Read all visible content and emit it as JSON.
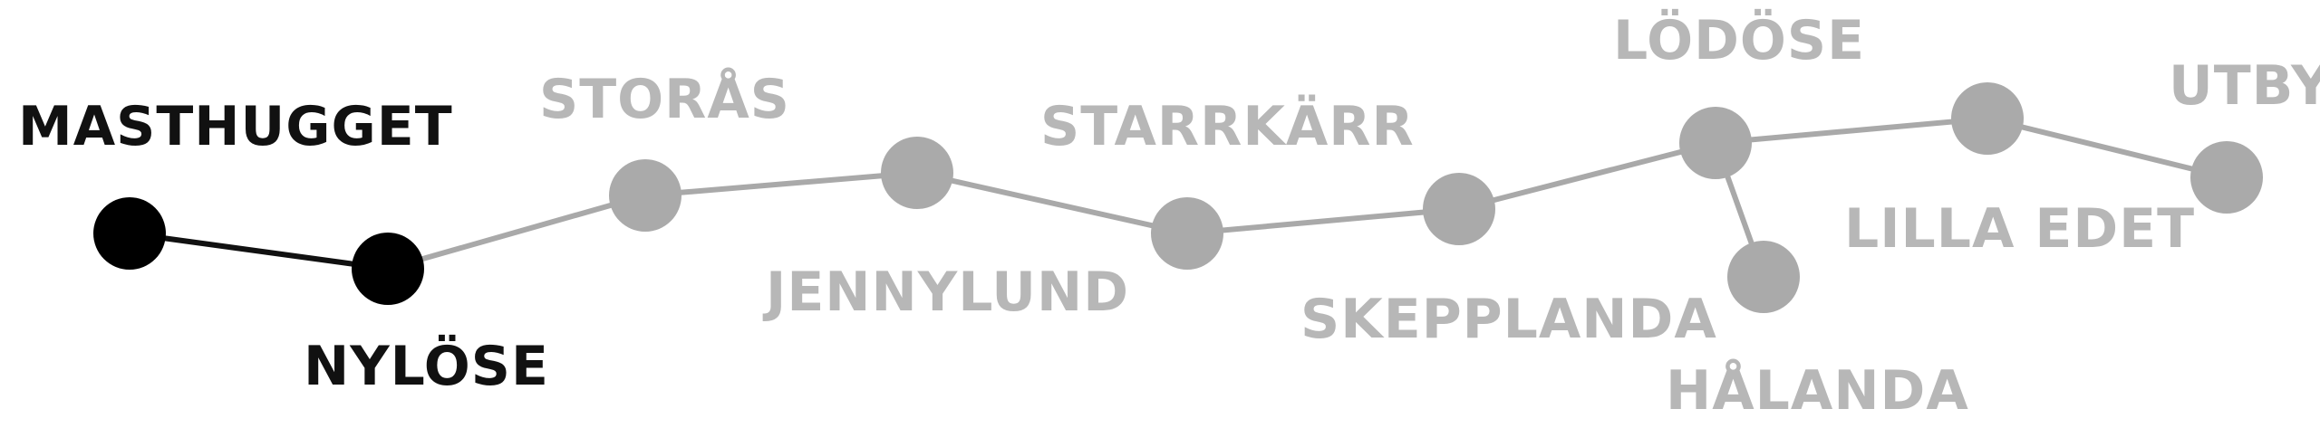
{
  "colors": {
    "active": "#000000",
    "inactive": "#aaaaaa",
    "inactive_label": "#b7b7b7",
    "background": "#ffffff"
  },
  "stations": [
    {
      "id": "masthugget",
      "label": "MASTHUGGET",
      "status": "active"
    },
    {
      "id": "nylose",
      "label": "NYLÖSE",
      "status": "active"
    },
    {
      "id": "storas",
      "label": "STORÅS",
      "status": "inactive"
    },
    {
      "id": "jennylund",
      "label": "JENNYLUND",
      "status": "inactive"
    },
    {
      "id": "starrkarr",
      "label": "STARRKÄRR",
      "status": "inactive"
    },
    {
      "id": "skepplanda",
      "label": "SKEPPLANDA",
      "status": "inactive"
    },
    {
      "id": "lodose",
      "label": "LÖDÖSE",
      "status": "inactive"
    },
    {
      "id": "halanda",
      "label": "HÅLANDA",
      "status": "inactive"
    },
    {
      "id": "lilla-edet",
      "label": "LILLA EDET",
      "status": "inactive"
    },
    {
      "id": "utby",
      "label": "UTBY",
      "status": "inactive"
    }
  ],
  "connections": [
    {
      "from": "masthugget",
      "to": "nylose",
      "status": "active"
    },
    {
      "from": "nylose",
      "to": "storas",
      "status": "inactive"
    },
    {
      "from": "storas",
      "to": "jennylund",
      "status": "inactive"
    },
    {
      "from": "jennylund",
      "to": "starrkarr",
      "status": "inactive"
    },
    {
      "from": "starrkarr",
      "to": "skepplanda",
      "status": "inactive"
    },
    {
      "from": "skepplanda",
      "to": "lodose",
      "status": "inactive"
    },
    {
      "from": "lodose",
      "to": "lilla-edet",
      "status": "inactive"
    },
    {
      "from": "lilla-edet",
      "to": "utby",
      "status": "inactive"
    },
    {
      "from": "lodose",
      "to": "halanda",
      "status": "inactive"
    }
  ]
}
